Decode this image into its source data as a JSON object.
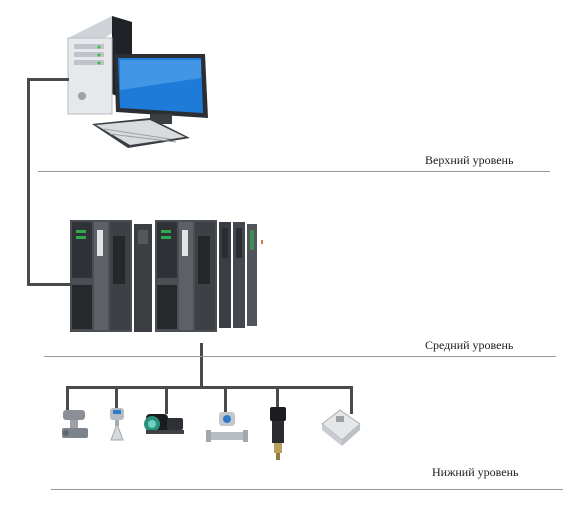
{
  "levels": {
    "upper": {
      "label": "Верхний уровень",
      "device": "workstation-computer"
    },
    "middle": {
      "label": "Средний уровень",
      "device": "plc-controller-rack"
    },
    "lower": {
      "label": "Нижний уровень",
      "devices": [
        "control-valve-actuator",
        "radar-level-sensor",
        "pump-motor",
        "flow-meter",
        "pressure-transmitter",
        "junction-box-sensor"
      ]
    }
  },
  "colors": {
    "wire": "#4a4a4a",
    "divider": "#9a9a9a",
    "monitor_screen": "#1e7bd8",
    "plc_body": "#4b4f54",
    "plc_accent_green": "#2fa84f"
  }
}
